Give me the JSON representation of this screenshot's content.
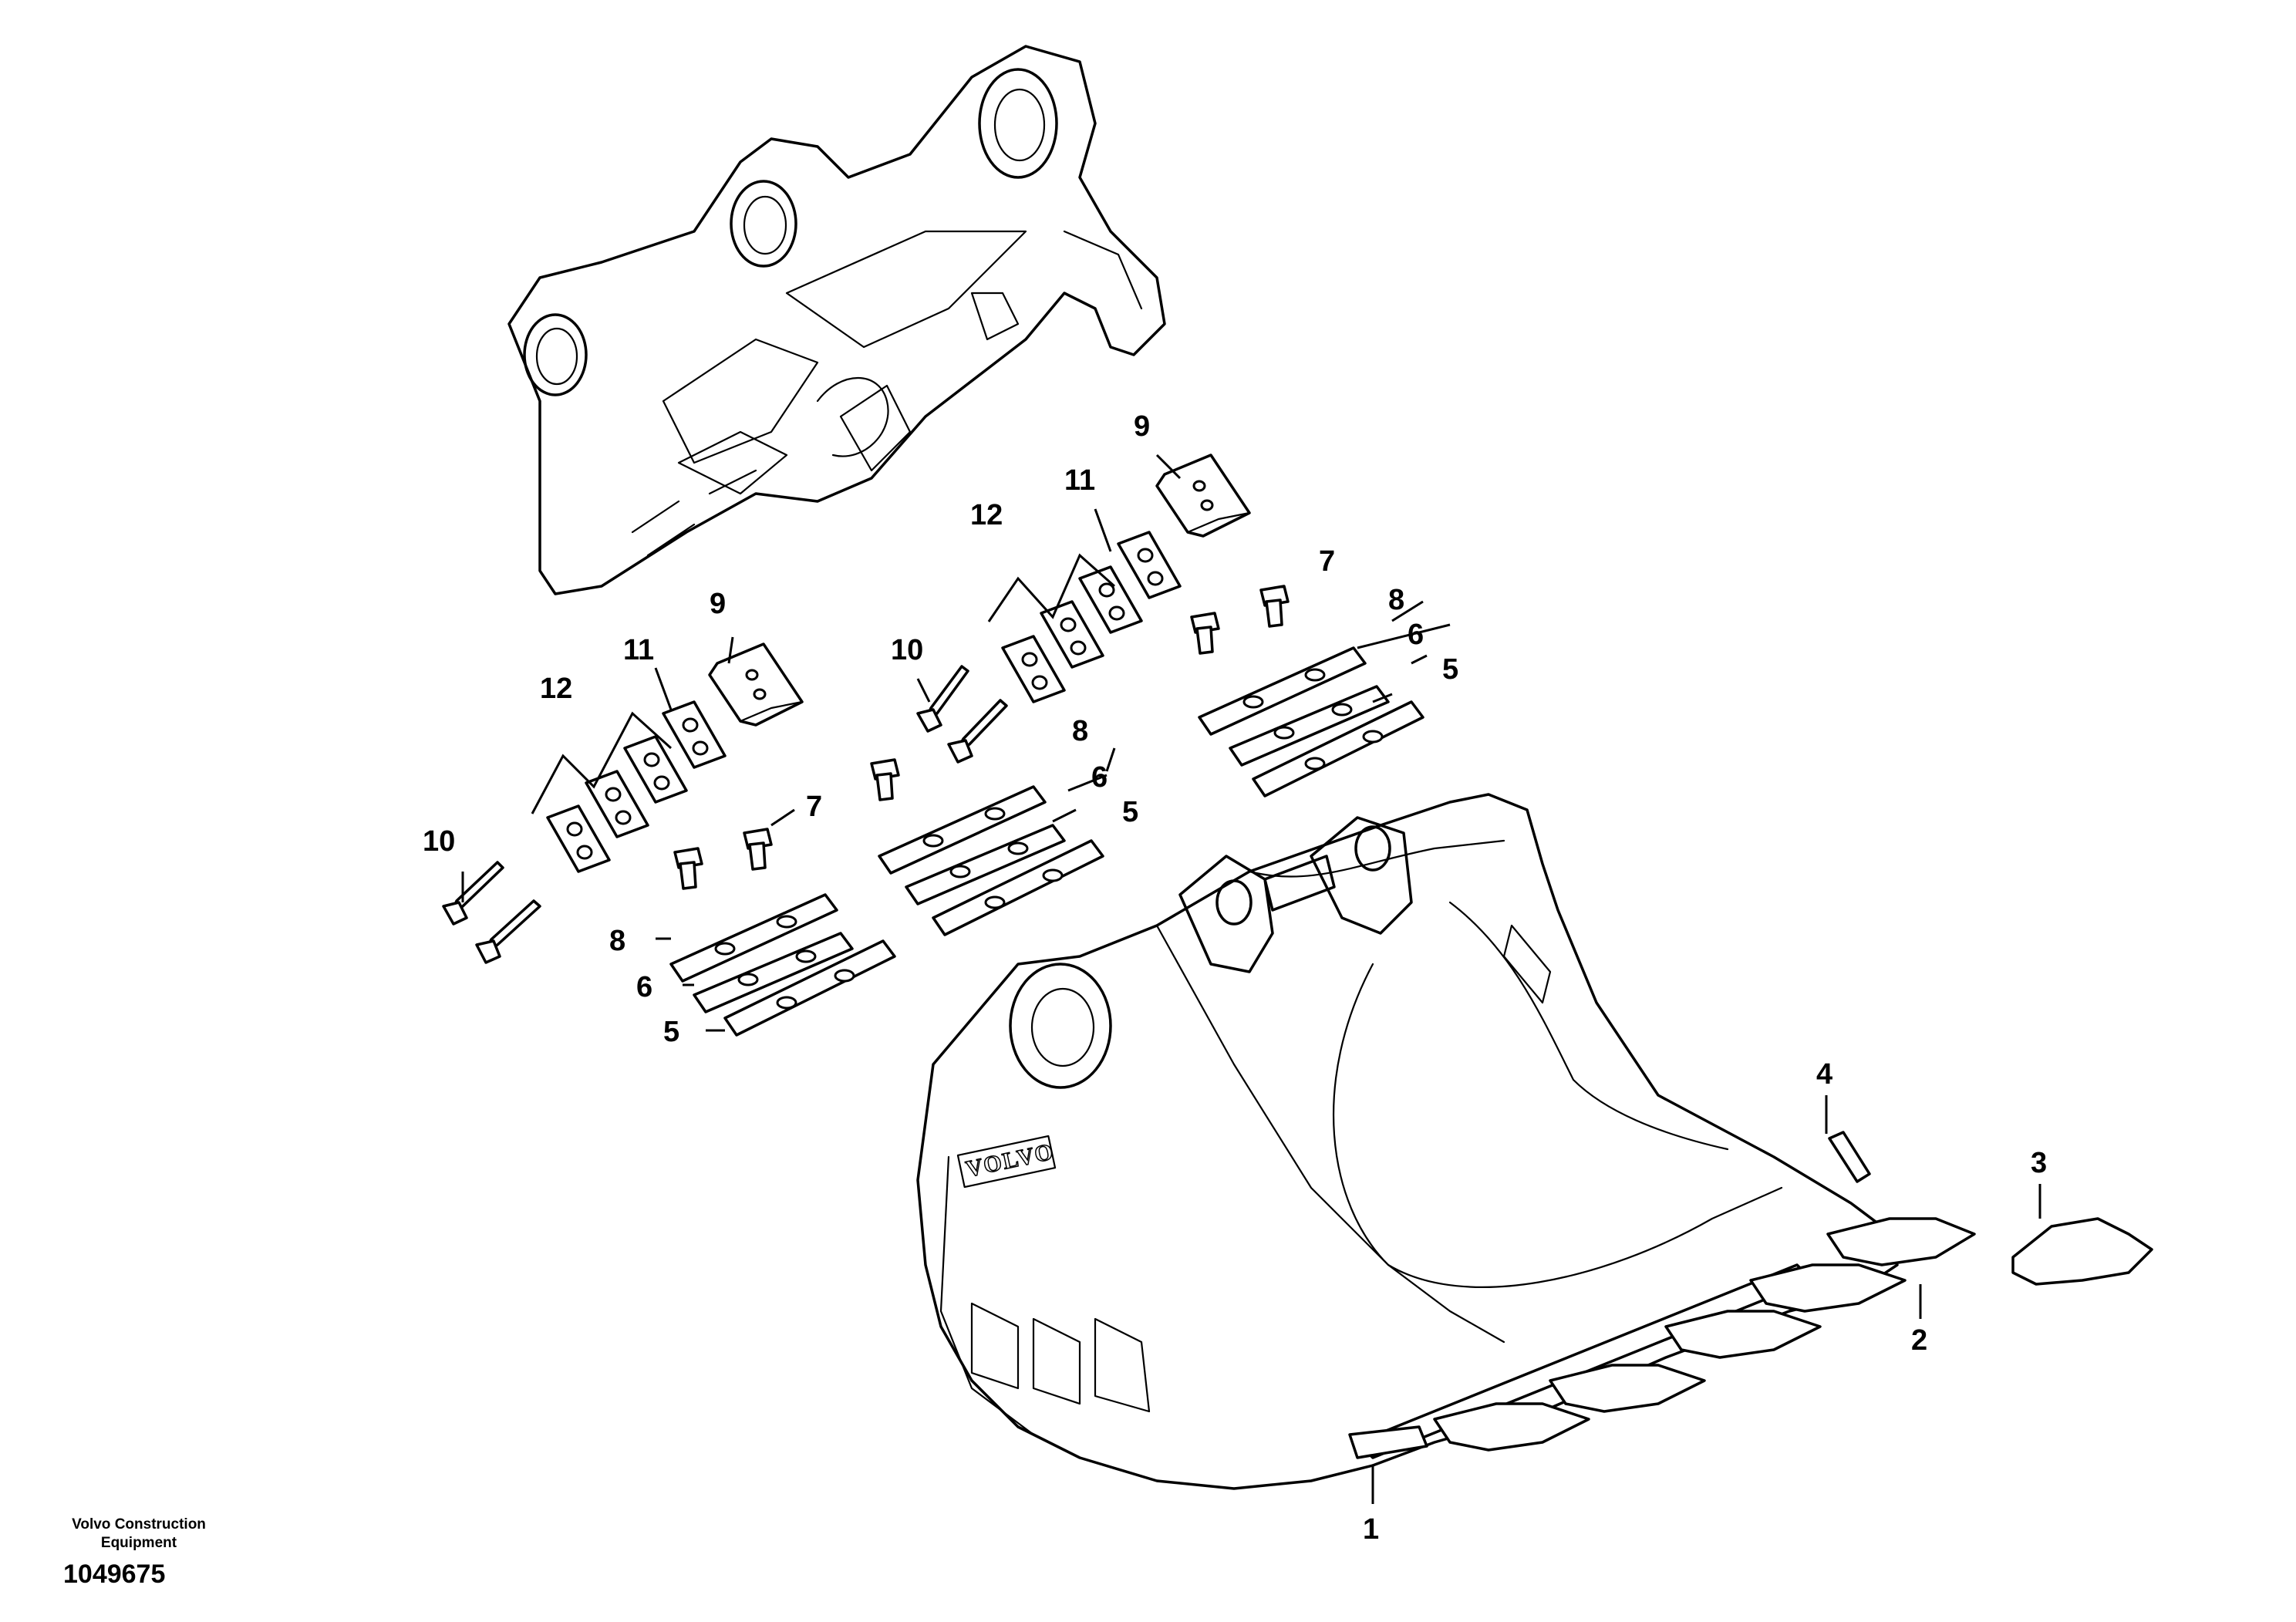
{
  "footer": {
    "publisher_line1": "Volvo Construction",
    "publisher_line2": "Equipment",
    "drawing_number": "1049675"
  },
  "bucket": {
    "brand_text": "VOLVO"
  },
  "callouts": {
    "c1": "1",
    "c2": "2",
    "c3": "3",
    "c4": "4",
    "c5a": "5",
    "c5b": "5",
    "c5c": "5",
    "c6a": "6",
    "c6b": "6",
    "c6c": "6",
    "c7a": "7",
    "c7b": "7",
    "c8a": "8",
    "c8b": "8",
    "c8c": "8",
    "c9a": "9",
    "c9b": "9",
    "c10a": "10",
    "c10b": "10",
    "c11a": "11",
    "c11b": "11",
    "c12a": "12",
    "c12b": "12"
  }
}
